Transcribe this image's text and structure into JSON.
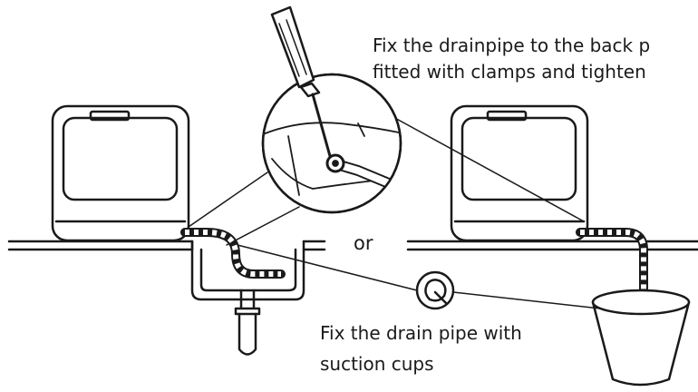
{
  "captions": {
    "top": {
      "line1": "Fix the drainpipe to the back p",
      "line2": "fitted with clamps and tighten"
    },
    "middle": "or",
    "bottom": {
      "line1": "Fix the drain pipe with",
      "line2": "suction cups"
    }
  },
  "icons": [
    "dishwasher-icon",
    "screwdriver-icon",
    "clamp-icon",
    "suction-cup-icon",
    "bucket-icon",
    "sink-drain-icon"
  ],
  "colors": {
    "ink": "#1a1a1a",
    "background": "#ffffff"
  }
}
